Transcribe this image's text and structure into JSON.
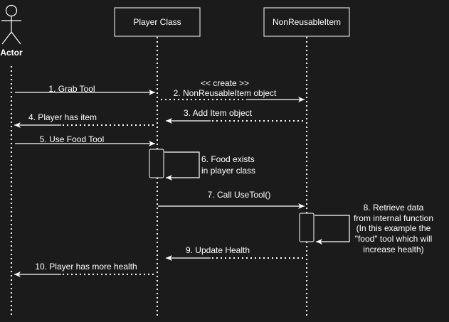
{
  "participants": {
    "actor": "Actor",
    "player": "Player Class",
    "item": "NonReusableItem"
  },
  "messages": {
    "m1": "1. Grab Tool",
    "m2_stereo": "<< create >>",
    "m2": "2. NonReusableItem object",
    "m3": "3. Add Item object",
    "m4": "4. Player has item",
    "m5": "5. Use Food Tool",
    "m6_line1": "6. Food exists",
    "m6_line2": "in player class",
    "m7": "7. Call UseTool()",
    "m8_line1": "8. Retrieve data",
    "m8_line2": "from internal function",
    "m8_line3": "(In this example the",
    "m8_line4": "\"food\" tool which will",
    "m8_line5": "increase health)",
    "m9": "9. Update Health",
    "m10": "10. Player has more health"
  }
}
